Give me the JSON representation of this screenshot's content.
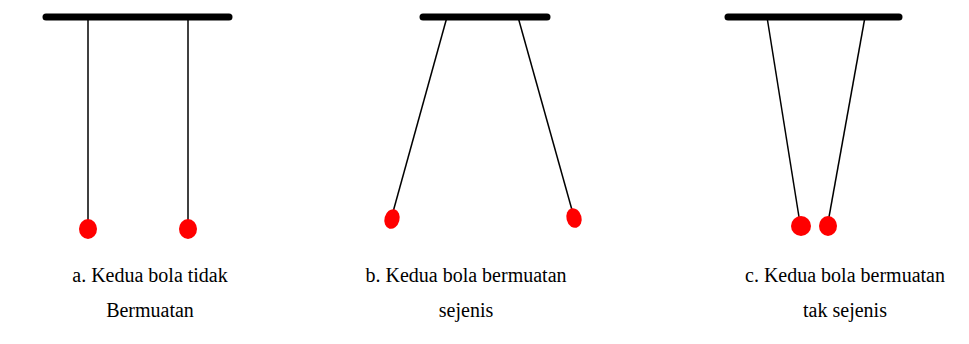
{
  "diagram": {
    "labels": [
      "a. Kedua bola tidak Bermuatan",
      "b. Kedua bola bermuatan sejenis",
      "c. Kedua bola bermuatan tak sejenis"
    ]
  }
}
